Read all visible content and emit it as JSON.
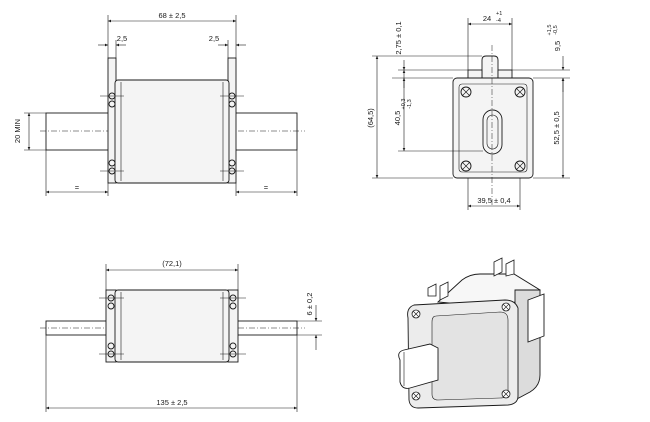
{
  "views": {
    "front_top": {
      "width_dim": "68 ± 2,5",
      "left_offset_dim": "2,5",
      "right_offset_dim": "2,5",
      "blade_min_dim": "20 MIN",
      "left_equal_mark": "=",
      "right_equal_mark": "="
    },
    "side": {
      "top_width_dim": "24",
      "top_width_tol_upper": "+1",
      "top_width_tol_lower": "-4",
      "top_offset_dim": "2,75 ± 0,1",
      "right_top_dim": "9,5",
      "right_top_tol_upper": "+1,5",
      "right_top_tol_lower": "-0,5",
      "overall_height_dim": "(64,5)",
      "inner_height_dim": "40,5",
      "inner_height_tol_upper": "+0,3",
      "inner_height_tol_lower": "-1,3",
      "right_height_dim": "52,5 ± 0,5",
      "bottom_width_dim": "39,5 ± 0,4"
    },
    "front_bottom": {
      "body_width_dim": "(72,1)",
      "blade_thickness_dim": "6 ± 0,2",
      "overall_length_dim": "135 ± 2,5"
    }
  }
}
